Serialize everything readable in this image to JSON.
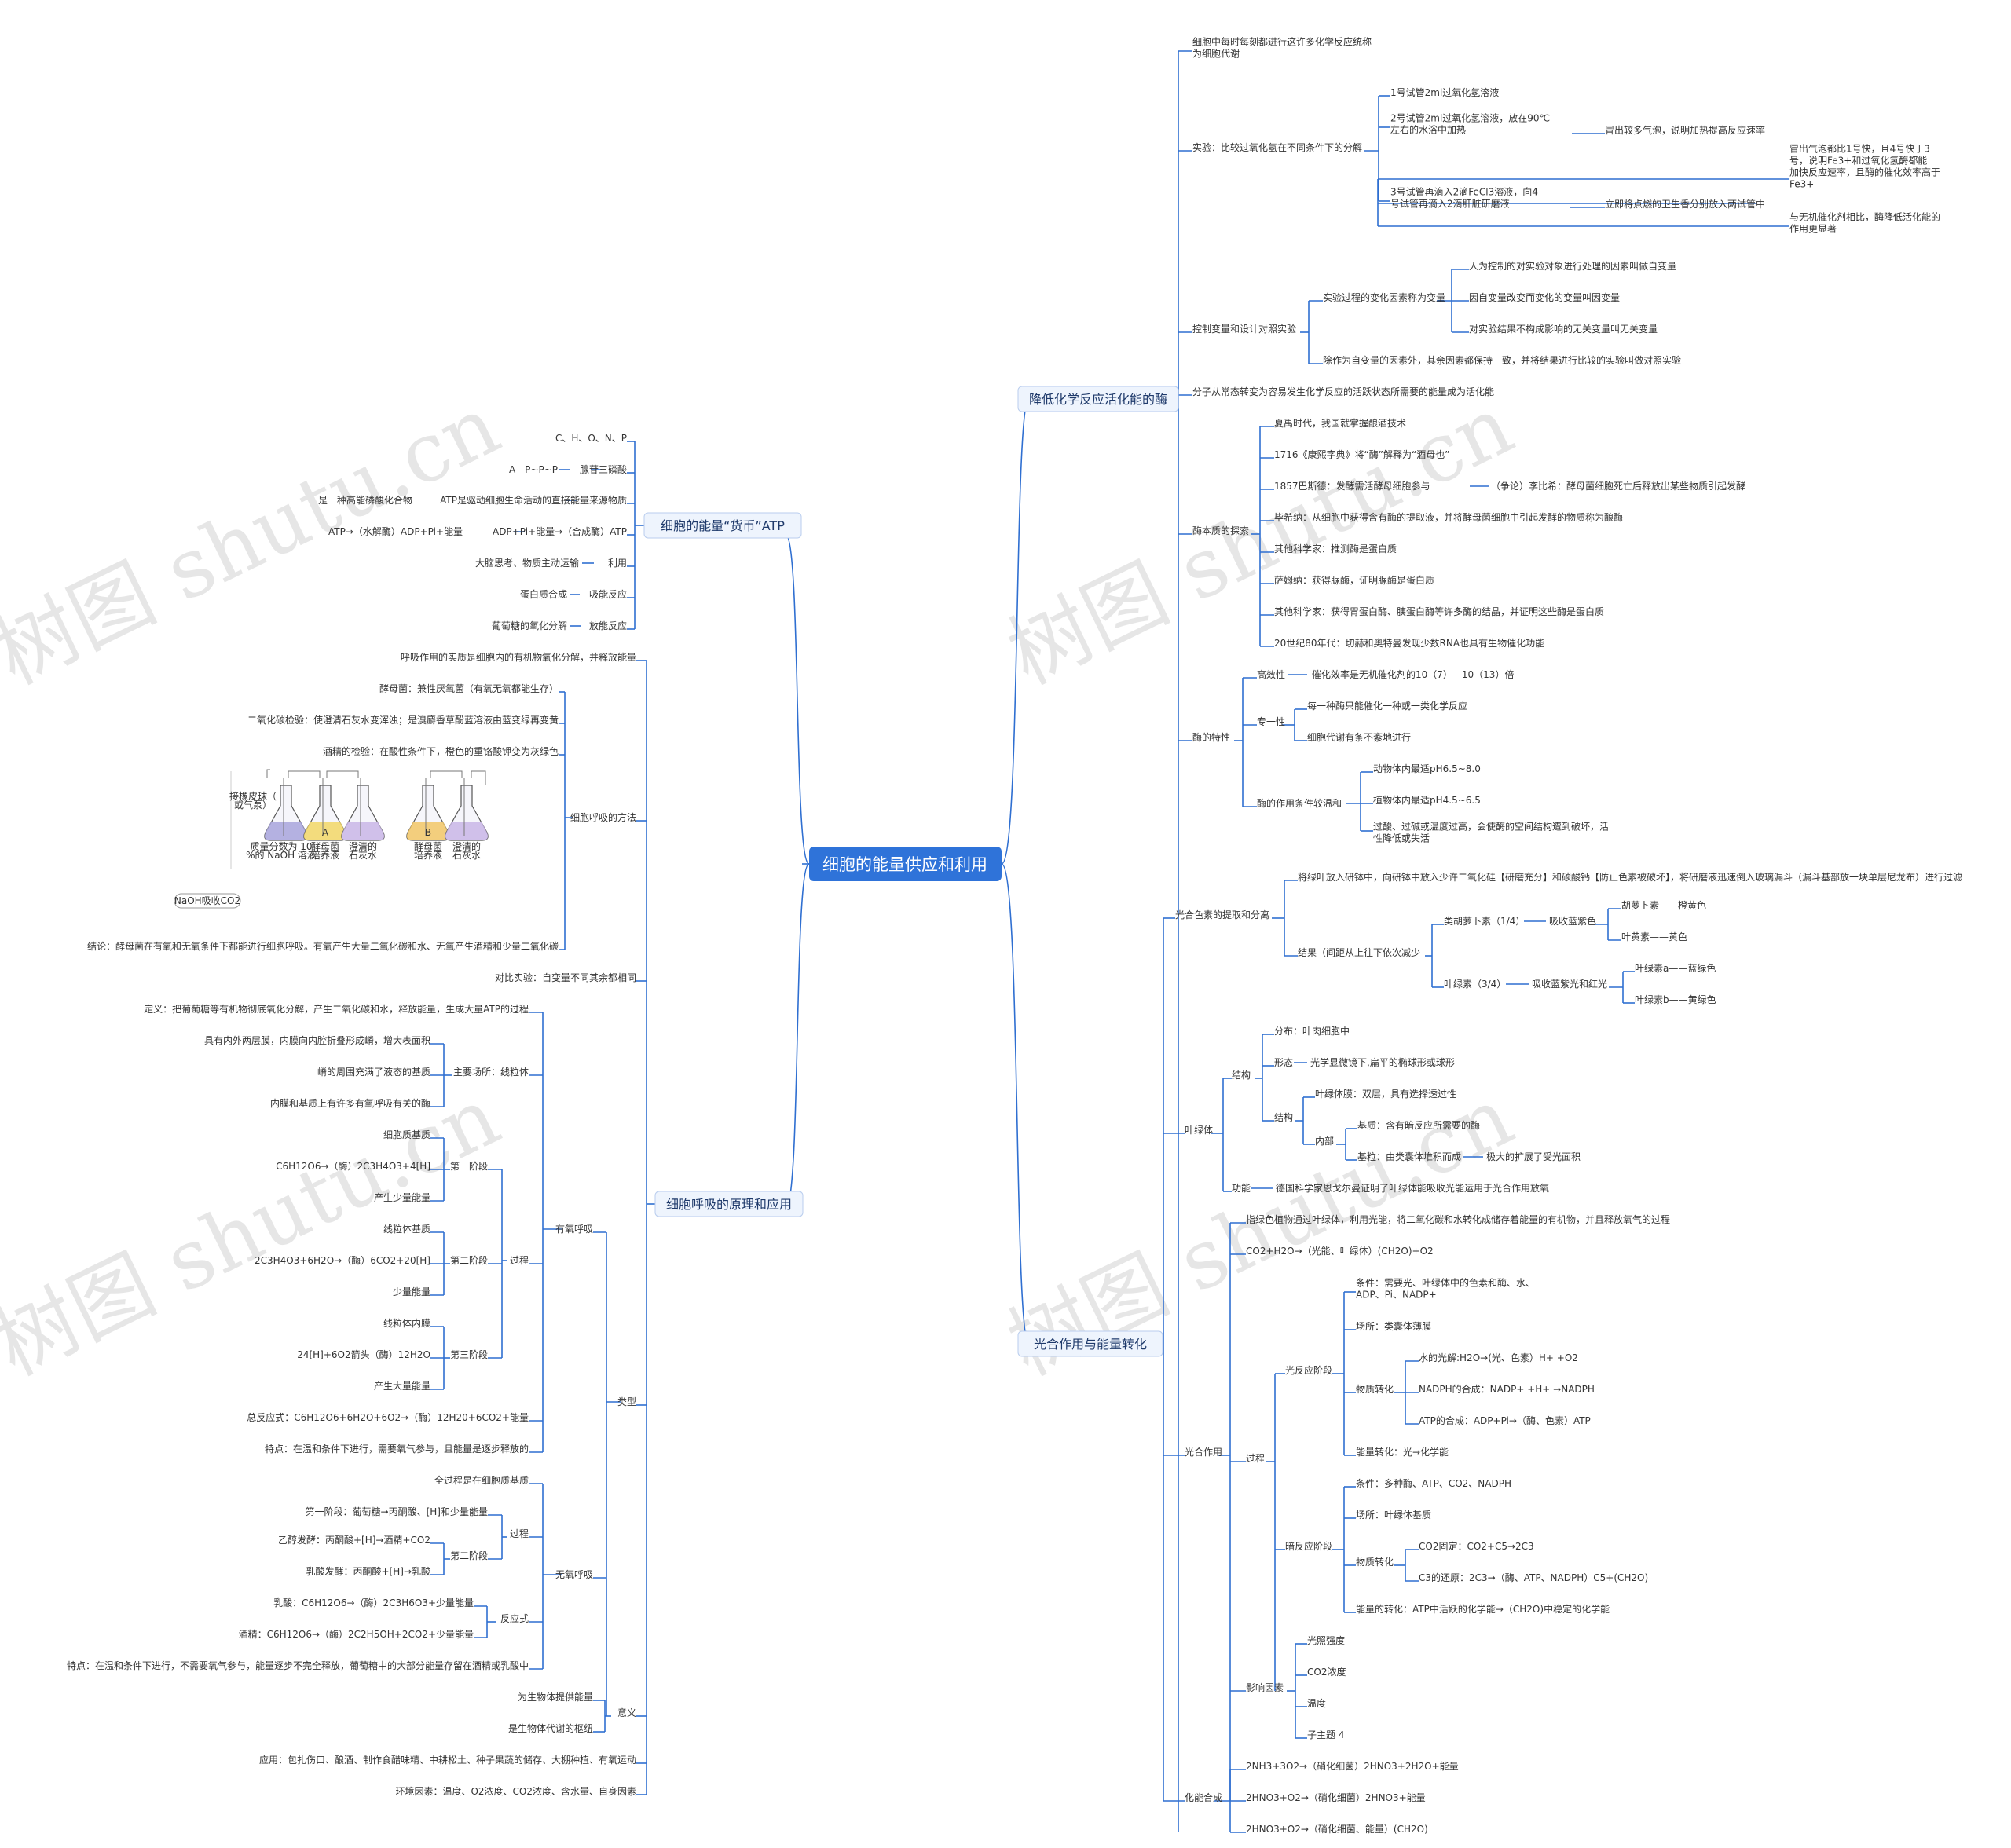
{
  "root": "细胞的能量供应和利用",
  "watermark": "树图 shutu.cn",
  "colors": {
    "accent": "#2f6fd1",
    "root_fill": "#2f73d9",
    "branch_fill": "#eef4fd",
    "text": "#333333"
  },
  "figure": {
    "labels": [
      "接橡皮球（或气泵）",
      "质量分数为 10%的 NaOH 溶液",
      "酵母菌培养液",
      "澄清的石灰水",
      "酵母菌培养液",
      "澄清的石灰水"
    ],
    "tags": [
      "A",
      "B"
    ]
  },
  "nodes": {
    "b1": "降低化学反应活化能的酶",
    "b1_1": "细胞中每时每刻都进行这许多化学反应统称为细胞代谢",
    "b1_2": "实验：比较过氧化氢在不同条件下的分解",
    "b1_2_1": "1号试管2ml过氧化氢溶液",
    "b1_2_2": "2号试管2ml过氧化氢溶液，放在90℃左右的水浴中加热",
    "b1_2_2a": "冒出较多气泡，说明加热提高反应速率",
    "b1_2_3": "3号试管再滴入2滴FeCl3溶液，向4号试管再滴入2滴肝脏研磨液",
    "b1_2_3a": "立即将点燃的卫生香分别放入两试管中",
    "b1_2_3a1": "冒出气泡都比1号快，且4号快于3号，说明Fe3+和过氧化氢酶都能加快反应速率，且酶的催化效率高于Fe3+",
    "b1_2_3a2": "与无机催化剂相比，酶降低活化能的作用更显著",
    "b1_3": "控制变量和设计对照实验",
    "b1_3_1": "实验过程的变化因素称为变量",
    "b1_3_1a": "人为控制的对实验对象进行处理的因素叫做自变量",
    "b1_3_1b": "因自变量改变而变化的变量叫因变量",
    "b1_3_1c": "对实验结果不构成影响的无关变量叫无关变量",
    "b1_3_2": "除作为自变量的因素外，其余因素都保持一致，并将结果进行比较的实验叫做对照实验",
    "b1_4": "分子从常态转变为容易发生化学反应的活跃状态所需要的能量成为活化能",
    "b1_5": "酶本质的探索",
    "b1_5_1": "夏禹时代，我国就掌握酿酒技术",
    "b1_5_2": "1716《康熙字典》将“酶”解释为“酒母也”",
    "b1_5_3": "1857巴斯德：发酵需活酵母细胞参与",
    "b1_5_3a": "（争论）李比希：酵母菌细胞死亡后释放出某些物质引起发酵",
    "b1_5_4": "毕希纳：从细胞中获得含有酶的提取液，并将酵母菌细胞中引起发酵的物质称为酿酶",
    "b1_5_5": "其他科学家：推测酶是蛋白质",
    "b1_5_6": "萨姆纳：获得脲酶，证明脲酶是蛋白质",
    "b1_5_7": "其他科学家：获得胃蛋白酶、胰蛋白酶等许多酶的结晶，并证明这些酶是蛋白质",
    "b1_5_8": "20世纪80年代：切赫和奥特曼发现少数RNA也具有生物催化功能",
    "b1_6": "酶的特性",
    "b1_6_1": "高效性",
    "b1_6_1a": "催化效率是无机催化剂的10（7）—10（13）倍",
    "b1_6_2": "专一性",
    "b1_6_2a": "每一种酶只能催化一种或一类化学反应",
    "b1_6_2b": "细胞代谢有条不紊地进行",
    "b1_6_3": "酶的作用条件较温和",
    "b1_6_3a": "动物体内最适pH6.5~8.0",
    "b1_6_3b": "植物体内最适pH4.5~6.5",
    "b1_6_3c": "过酸、过碱或温度过高，会使酶的空间结构遭到破坏，活性降低或失活",
    "b2": "光合作用与能量转化",
    "b2_1": "光合色素的提取和分离",
    "b2_1_1": "将绿叶放入研钵中，向研钵中放入少许二氧化硅【研磨充分】和碳酸钙【防止色素被破坏】，将研磨液迅速倒入玻璃漏斗（漏斗基部放一块单层尼龙布）进行过滤",
    "b2_1_2": "结果（间距从上往下依次减少",
    "b2_1_2a": "类胡萝卜素（1/4）",
    "b2_1_2a1": "吸收蓝紫色",
    "b2_1_2a1x": "胡萝卜素——橙黄色",
    "b2_1_2a1y": "叶黄素——黄色",
    "b2_1_2b": "叶绿素（3/4）",
    "b2_1_2b1": "吸收蓝紫光和红光",
    "b2_1_2b1x": "叶绿素a——蓝绿色",
    "b2_1_2b1y": "叶绿素b——黄绿色",
    "b2_2": "叶绿体",
    "b2_2_1": "结构",
    "b2_2_1a": "分布：叶肉细胞中",
    "b2_2_1b": "形态",
    "b2_2_1b1": "光学显微镜下,扁平的椭球形或球形",
    "b2_2_1c": "结构",
    "b2_2_1c1": "叶绿体膜：双层，具有选择透过性",
    "b2_2_1c2": "内部",
    "b2_2_1c2a": "基质：含有暗反应所需要的酶",
    "b2_2_1c2b": "基粒：由类囊体堆积而成",
    "b2_2_1c2b1": "极大的扩展了受光面积",
    "b2_2_2": "功能",
    "b2_2_2a": "德国科学家恩戈尔曼证明了叶绿体能吸收光能运用于光合作用放氧",
    "b2_3": "光合作用",
    "b2_3_1": "指绿色植物通过叶绿体，利用光能，将二氧化碳和水转化成储存着能量的有机物，并且释放氧气的过程",
    "b2_3_2": "CO2+H2O→（光能、叶绿体）(CH2O)+O2",
    "b2_3_3": "过程",
    "b2_3_3a": "光反应阶段",
    "b2_3_3a1": "条件：需要光、叶绿体中的色素和酶、水、ADP、Pi、NADP+",
    "b2_3_3a2": "场所：类囊体薄膜",
    "b2_3_3a3": "物质转化",
    "b2_3_3a3x": "水的光解:H2O→(光、色素）H+ +O2",
    "b2_3_3a3y": "NADPH的合成：NADP+ +H+ →NADPH",
    "b2_3_3a3z": "ATP的合成：ADP+Pi→（酶、色素）ATP",
    "b2_3_3a4": "能量转化：光→化学能",
    "b2_3_3b": "暗反应阶段",
    "b2_3_3b1": "条件：多种酶、ATP、CO2、NADPH",
    "b2_3_3b2": "场所：叶绿体基质",
    "b2_3_3b3": "物质转化",
    "b2_3_3b3x": "CO2固定：CO2+C5→2C3",
    "b2_3_3b3y": "C3的还原：2C3→（酶、ATP、NADPH）C5+(CH2O)",
    "b2_3_3b4": "能量的转化：ATP中活跃的化学能→（CH2O)中稳定的化学能",
    "b2_3_4": "影响因素",
    "b2_3_4a": "光照强度",
    "b2_3_4b": "CO2浓度",
    "b2_3_4c": "温度",
    "b2_3_4d": "子主题 4",
    "b2_4": "化能合成",
    "b2_4_1": "2NH3+3O2→（硝化细菌）2HNO3+2H2O+能量",
    "b2_4_2": "2HNO3+O2→（硝化细菌）2HNO3+能量",
    "b2_4_3": "2HNO3+O2→（硝化细菌、能量）(CH2O)",
    "b3": "细胞的能量“货币”ATP",
    "b3_1": "C、H、O、N、P",
    "b3_2": "A—P~P~P",
    "b3_2a": "腺苷三磷酸",
    "b3_3": "是一种高能磷酸化合物",
    "b3_3a": "ATP是驱动细胞生命活动的直接能量来源物质",
    "b3_4": "ATP→（水解酶）ADP+Pi+能量",
    "b3_4a": "ADP+Pi+能量→（合成酶）ATP",
    "b3_5": "大脑思考、物质主动运输",
    "b3_5a": "利用",
    "b3_6": "蛋白质合成",
    "b3_6a": "吸能反应",
    "b3_7": "葡萄糖的氧化分解",
    "b3_7a": "放能反应",
    "b4": "细胞呼吸的原理和应用",
    "b4_1": "呼吸作用的实质是细胞内的有机物氧化分解，并释放能量",
    "b4_2": "细胞呼吸的方法",
    "b4_2_1": "酵母菌：兼性厌氧菌（有氧无氧都能生存）",
    "b4_2_2": "二氧化碳检验：使澄清石灰水变浑浊；是溴麝香草酚蓝溶液由蓝变绿再变黄",
    "b4_2_3": "酒精的检验：在酸性条件下，橙色的重铬酸钾变为灰绿色",
    "b4_2_4": "NaOH吸收CO2",
    "b4_2_5": "结论：酵母菌在有氧和无氧条件下都能进行细胞呼吸。有氧产生大量二氧化碳和水、无氧产生酒精和少量二氧化碳",
    "b4_3": "对比实验：自变量不同其余都相同",
    "b4_4": "类型",
    "b4_4a": "有氧呼吸",
    "b4_4a1": "定义：把葡萄糖等有机物彻底氧化分解，产生二氧化碳和水，释放能量，生成大量ATP的过程",
    "b4_4a2": "主要场所：线粒体",
    "b4_4a2a": "具有内外两层膜，内膜向内腔折叠形成嵴，增大表面积",
    "b4_4a2b": "嵴的周围充满了液态的基质",
    "b4_4a2c": "内膜和基质上有许多有氧呼吸有关的酶",
    "b4_4a3": "过程",
    "b4_4a3a": "第一阶段",
    "b4_4a3a1": "细胞质基质",
    "b4_4a3a2": "C6H12O6→（酶）2C3H4O3+4[H]",
    "b4_4a3a3": "产生少量能量",
    "b4_4a3b": "第二阶段",
    "b4_4a3b1": "线粒体基质",
    "b4_4a3b2": "2C3H4O3+6H2O→（酶）6CO2+20[H]",
    "b4_4a3b3": "少量能量",
    "b4_4a3c": "第三阶段",
    "b4_4a3c1": "线粒体内膜",
    "b4_4a3c2": "24[H]+6O2箭头（酶）12H2O",
    "b4_4a3c3": "产生大量能量",
    "b4_4a4": "总反应式：C6H12O6+6H2O+6O2→（酶）12H20+6CO2+能量",
    "b4_4a5": "特点：在温和条件下进行，需要氧气参与，且能量是逐步释放的",
    "b4_4b": "无氧呼吸",
    "b4_4b1": "全过程是在细胞质基质",
    "b4_4b2": "过程",
    "b4_4b2a": "第一阶段：葡萄糖→丙酮酸、[H]和少量能量",
    "b4_4b2b": "第二阶段",
    "b4_4b2b1": "乙醇发酵：丙酮酸+[H]→酒精+CO2",
    "b4_4b2b2": "乳酸发酵：丙酮酸+[H]→乳酸",
    "b4_4b3": "反应式",
    "b4_4b3a": "乳酸：C6H12O6→（酶）2C3H6O3+少量能量",
    "b4_4b3b": "酒精：C6H12O6→（酶）2C2H5OH+2CO2+少量能量",
    "b4_4b4": "特点：在温和条件下进行，不需要氧气参与，能量逐步不完全释放，葡萄糖中的大部分能量存留在酒精或乳酸中",
    "b4_5": "意义",
    "b4_5a": "为生物体提供能量",
    "b4_5b": "是生物体代谢的枢纽",
    "b4_6": "应用：包扎伤口、酿酒、制作食醋味精、中耕松土、种子果蔬的储存、大棚种植、有氧运动",
    "b4_7": "环境因素：温度、O2浓度、CO2浓度、含水量、自身因素"
  }
}
